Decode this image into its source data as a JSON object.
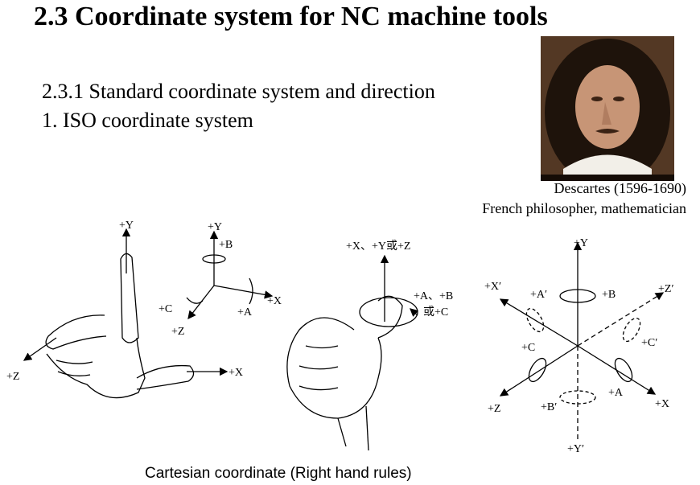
{
  "title": "2.3 Coordinate system for NC machine tools",
  "subtitle1": "2.3.1 Standard coordinate system and direction",
  "subtitle2": "1. ISO coordinate system",
  "portrait": {
    "caption_line1": "Descartes (1596-1690)",
    "caption_line2": "French philosopher, mathematician"
  },
  "caption_bottom": "Cartesian coordinate (Right hand rules)",
  "figure1": {
    "y": "+Y",
    "x": "+X",
    "z": "+Z"
  },
  "figure2": {
    "y": "+Y",
    "b": "+B",
    "c": "+C",
    "x": "+X",
    "a": "+A",
    "z": "+Z"
  },
  "figure3": {
    "top": "+X、+Y或+Z",
    "right1": "+A、+B",
    "right2": "或+C"
  },
  "figure4": {
    "y": "+Y",
    "x_prime": "+X′",
    "z_prime": "+Z′",
    "a_prime": "+A′",
    "b": "+B",
    "c": "+C",
    "c_prime": "+C′",
    "z": "+Z",
    "b_prime": "+B′",
    "a": "+A",
    "x": "+X",
    "y_prime": "+Y′"
  }
}
